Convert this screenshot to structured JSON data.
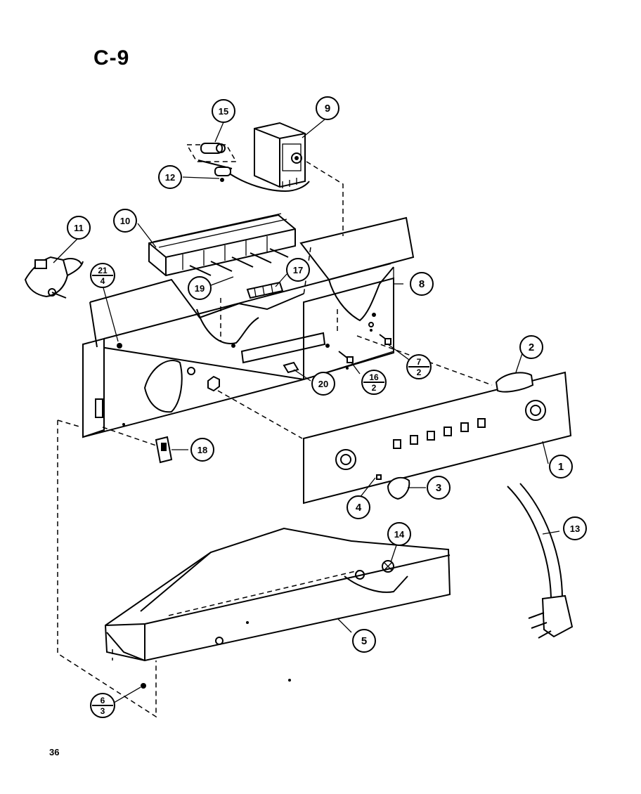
{
  "figure": {
    "title": "C-9",
    "page_number": "36"
  },
  "callouts": [
    {
      "id": "c1",
      "label": "1"
    },
    {
      "id": "c2",
      "label": "2"
    },
    {
      "id": "c3",
      "label": "3"
    },
    {
      "id": "c4",
      "label": "4"
    },
    {
      "id": "c5",
      "label": "5"
    },
    {
      "id": "c8",
      "label": "8"
    },
    {
      "id": "c9",
      "label": "9"
    },
    {
      "id": "c10",
      "label": "10"
    },
    {
      "id": "c11",
      "label": "11"
    },
    {
      "id": "c12",
      "label": "12"
    },
    {
      "id": "c13",
      "label": "13"
    },
    {
      "id": "c14",
      "label": "14"
    },
    {
      "id": "c15",
      "label": "15"
    },
    {
      "id": "c17",
      "label": "17"
    },
    {
      "id": "c18",
      "label": "18"
    },
    {
      "id": "c19",
      "label": "19"
    },
    {
      "id": "c20",
      "label": "20"
    }
  ],
  "fraction_callouts": [
    {
      "id": "f21",
      "top": "21",
      "bottom": "4"
    },
    {
      "id": "f16",
      "top": "16",
      "bottom": "2"
    },
    {
      "id": "f7",
      "top": "7",
      "bottom": "2"
    },
    {
      "id": "f6",
      "top": "6",
      "bottom": "3"
    }
  ]
}
